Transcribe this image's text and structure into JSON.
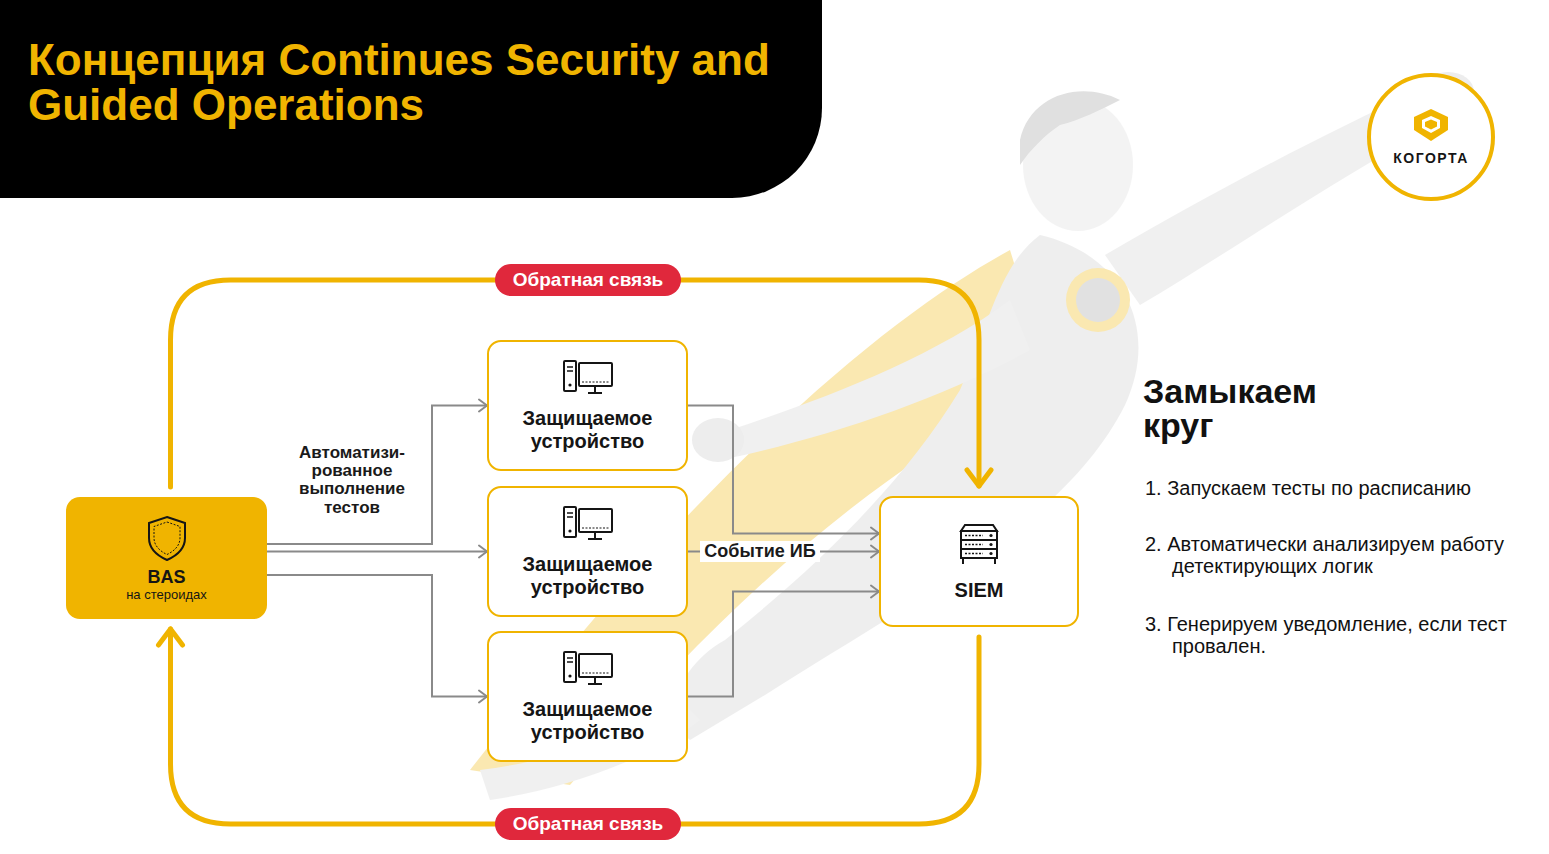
{
  "diagram": {
    "title": "Концепция Continues Security and Guided Operations",
    "nodes": [
      {
        "text": [
          "КОГОРТА"
        ]
      },
      {
        "text": [
          "BAS",
          "на стероидах"
        ]
      },
      {
        "text": [
          "Защищаемое устройство"
        ]
      },
      {
        "text": [
          "Защищаемое устройство"
        ]
      },
      {
        "text": [
          "Защищаемое устройство"
        ]
      },
      {
        "text": [
          "SIEM"
        ]
      }
    ],
    "edges": [
      {
        "from": 1,
        "to": 2,
        "arrow": "to"
      },
      {
        "from": 1,
        "to": 3,
        "label": "Автоматизи- рованное выполнение тестов",
        "arrow": "to"
      },
      {
        "from": 1,
        "to": 4,
        "arrow": "to"
      },
      {
        "from": 2,
        "to": 5,
        "arrow": "to"
      },
      {
        "from": 3,
        "to": 5,
        "label": "Событие ИБ",
        "arrow": "to"
      },
      {
        "from": 4,
        "to": 5,
        "arrow": "to"
      },
      {
        "from": 1,
        "to": 5,
        "label": "Обратная связь",
        "arrow": "to"
      },
      {
        "from": 5,
        "to": 1,
        "label": "Обратная связь",
        "arrow": "to"
      }
    ],
    "labels": [
      "Замыкаем круг",
      "1. Запускаем тесты по расписанию",
      "2. Автоматически анализируем работу детектирующих логик",
      "3. Генерируем уведомление, если тест провален."
    ]
  }
}
